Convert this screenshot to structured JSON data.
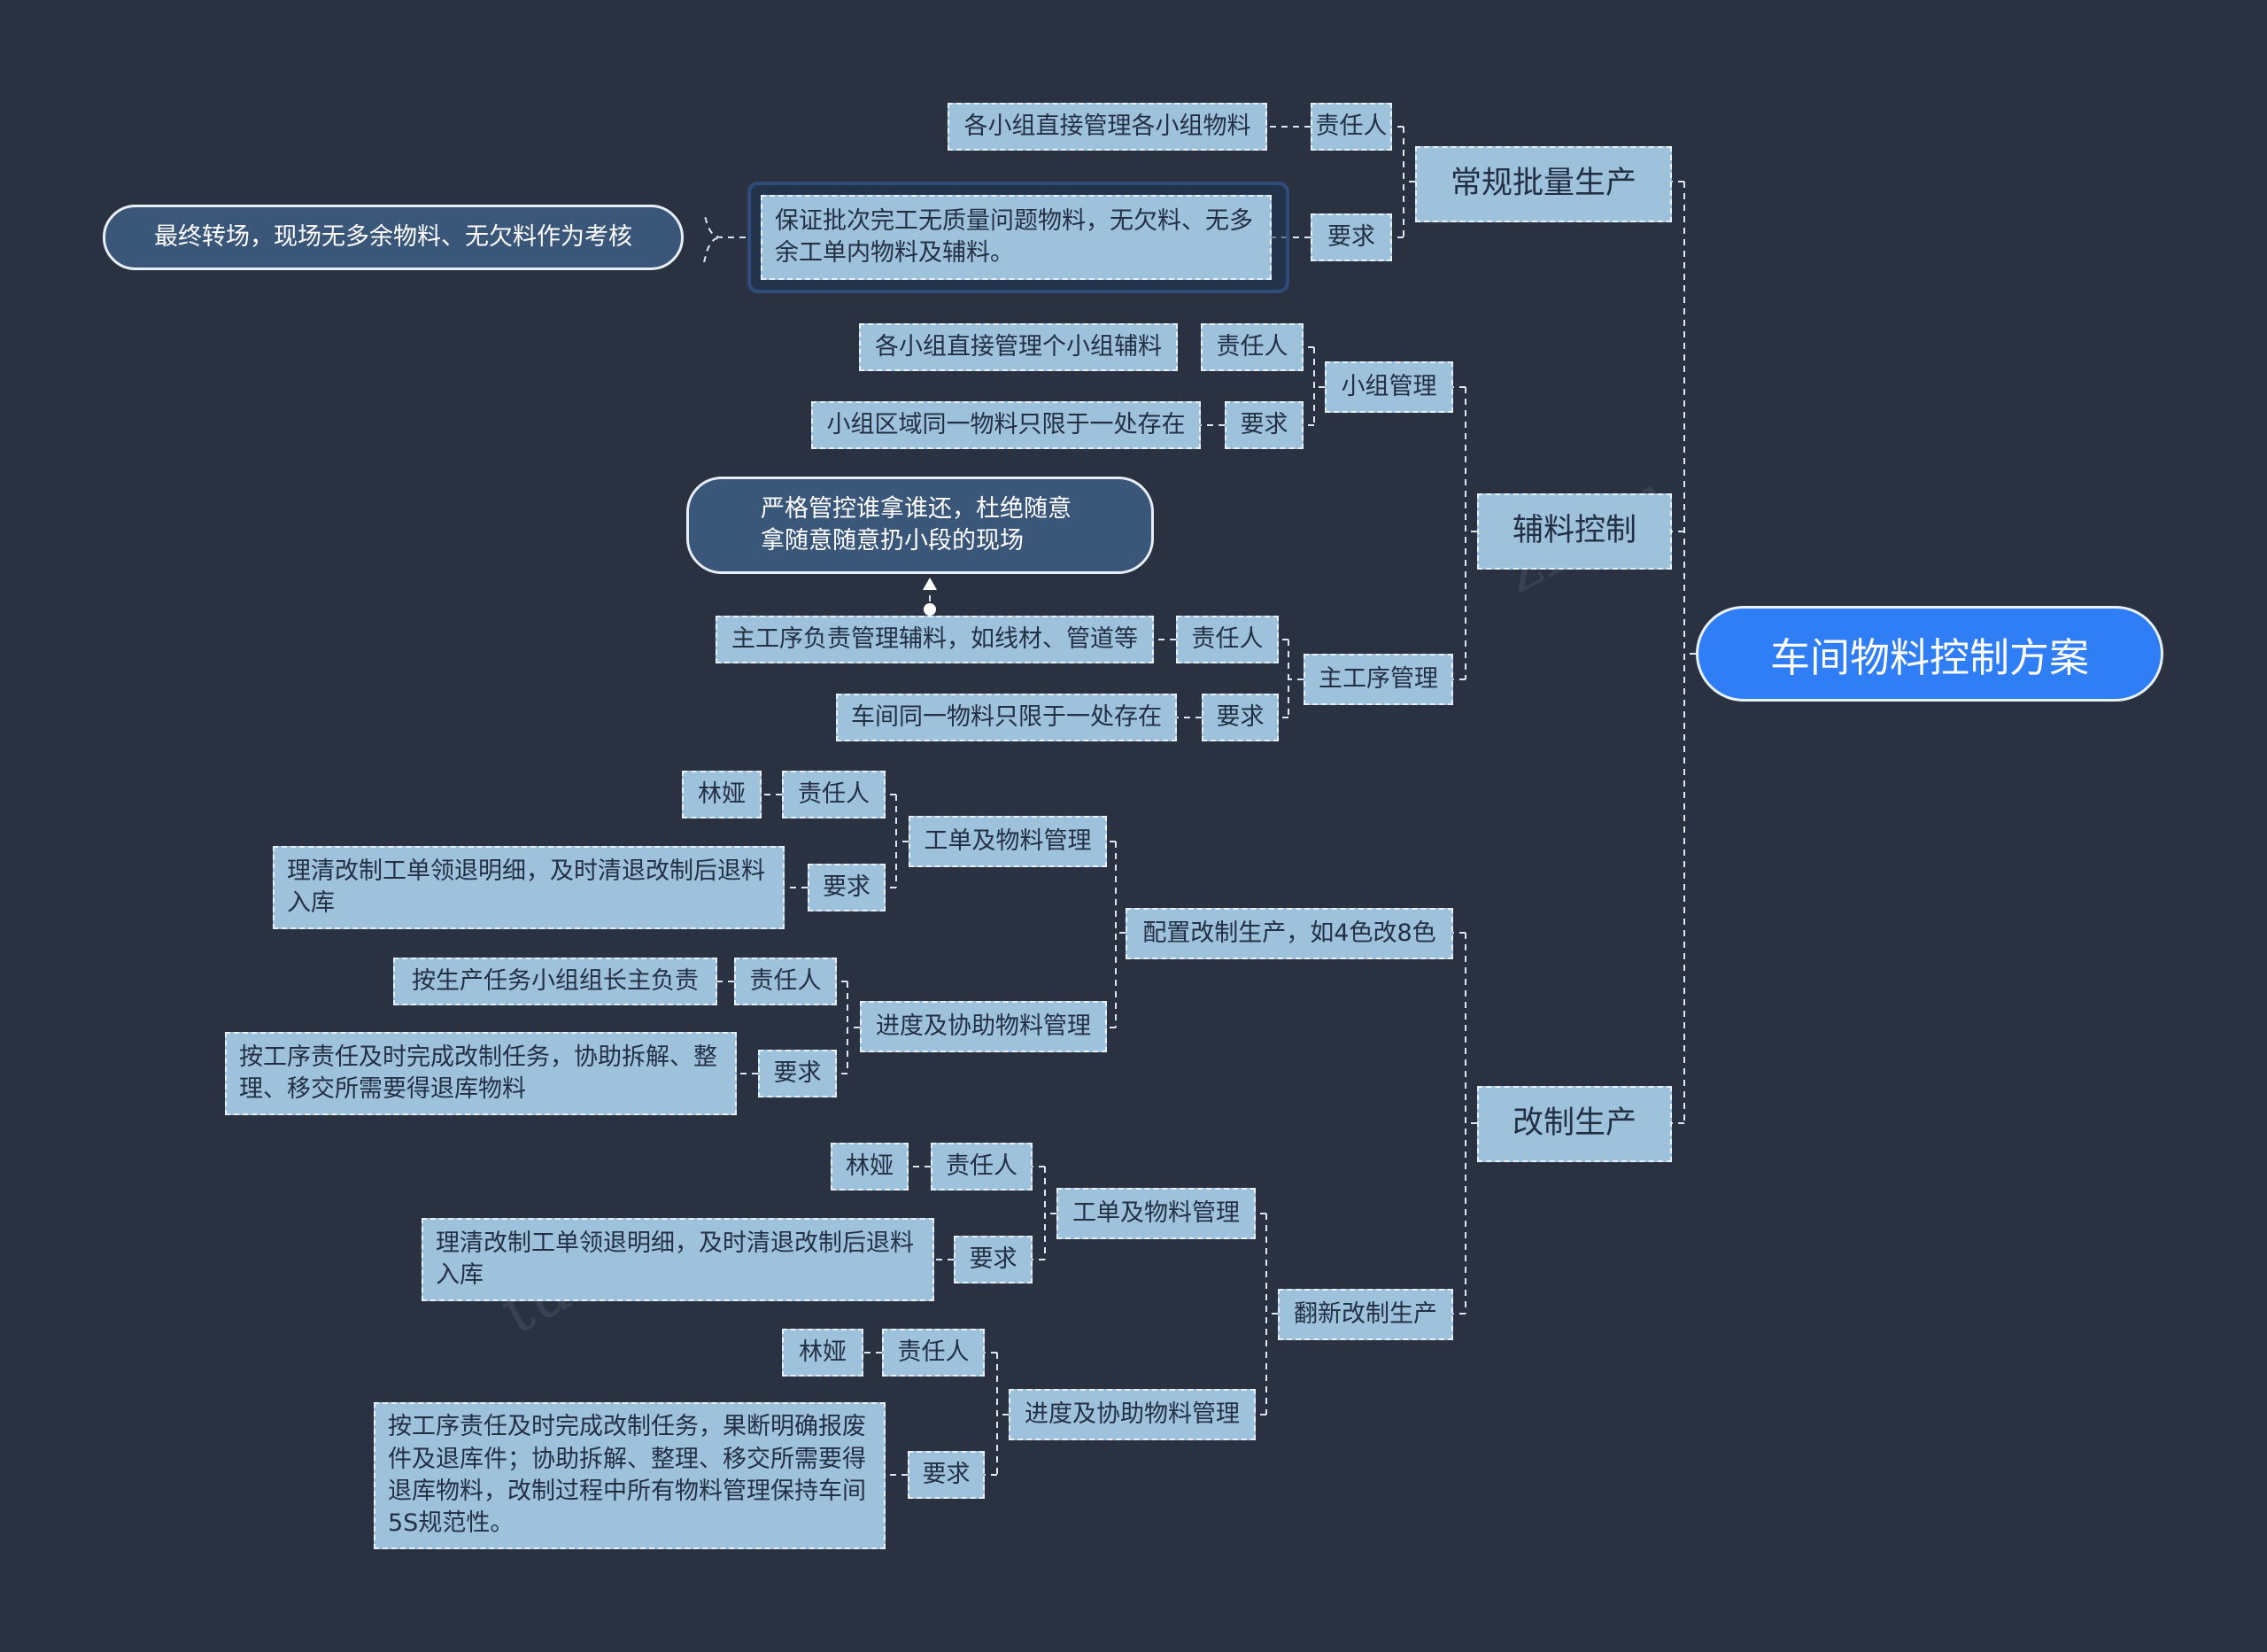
{
  "root": "车间物料控制方案",
  "branches": {
    "regular": {
      "label": "常规批量生产",
      "responsible_tag": "责任人",
      "responsible": "各小组直接管理各小组物料",
      "requirement_tag": "要求",
      "requirement": "保证批次完工无质量问题物料，无欠料、无多余工单内物料及辅料。",
      "note": "最终转场，现场无多余物料、无欠料作为考核"
    },
    "aux": {
      "label": "辅料控制",
      "group": {
        "label": "小组管理",
        "responsible_tag": "责任人",
        "responsible": "各小组直接管理个小组辅料",
        "requirement_tag": "要求",
        "requirement": "小组区域同一物料只限于一处存在"
      },
      "main_process": {
        "label": "主工序管理",
        "responsible_tag": "责任人",
        "responsible": "主工序负责管理辅料，如线材、管道等",
        "requirement_tag": "要求",
        "requirement": "车间同一物料只限于一处存在",
        "note": "严格管控谁拿谁还，杜绝随意拿随意随意扔小段的现场"
      }
    },
    "modify": {
      "label": "改制生产",
      "config": {
        "label": "配置改制生产，如4色改8色",
        "order": {
          "label": "工单及物料管理",
          "responsible_tag": "责任人",
          "responsible": "林娅",
          "requirement_tag": "要求",
          "requirement": "理清改制工单领退明细，及时清退改制后退料入库"
        },
        "progress": {
          "label": "进度及协助物料管理",
          "responsible_tag": "责任人",
          "responsible": "按生产任务小组组长主负责",
          "requirement_tag": "要求",
          "requirement": "按工序责任及时完成改制任务，协助拆解、整理、移交所需要得退库物料"
        }
      },
      "renovate": {
        "label": "翻新改制生产",
        "order": {
          "label": "工单及物料管理",
          "responsible_tag": "责任人",
          "responsible": "林娅",
          "requirement_tag": "要求",
          "requirement": "理清改制工单领退明细，及时清退改制后退料入库"
        },
        "progress": {
          "label": "进度及协助物料管理",
          "responsible_tag": "责任人",
          "responsible": "林娅",
          "requirement_tag": "要求",
          "requirement": "按工序责任及时完成改制任务，果断明确报废件及退库件；协助拆解、整理、移交所需要得退库物料，改制过程中所有物料管理保持车间5S规范性。"
        }
      }
    }
  }
}
